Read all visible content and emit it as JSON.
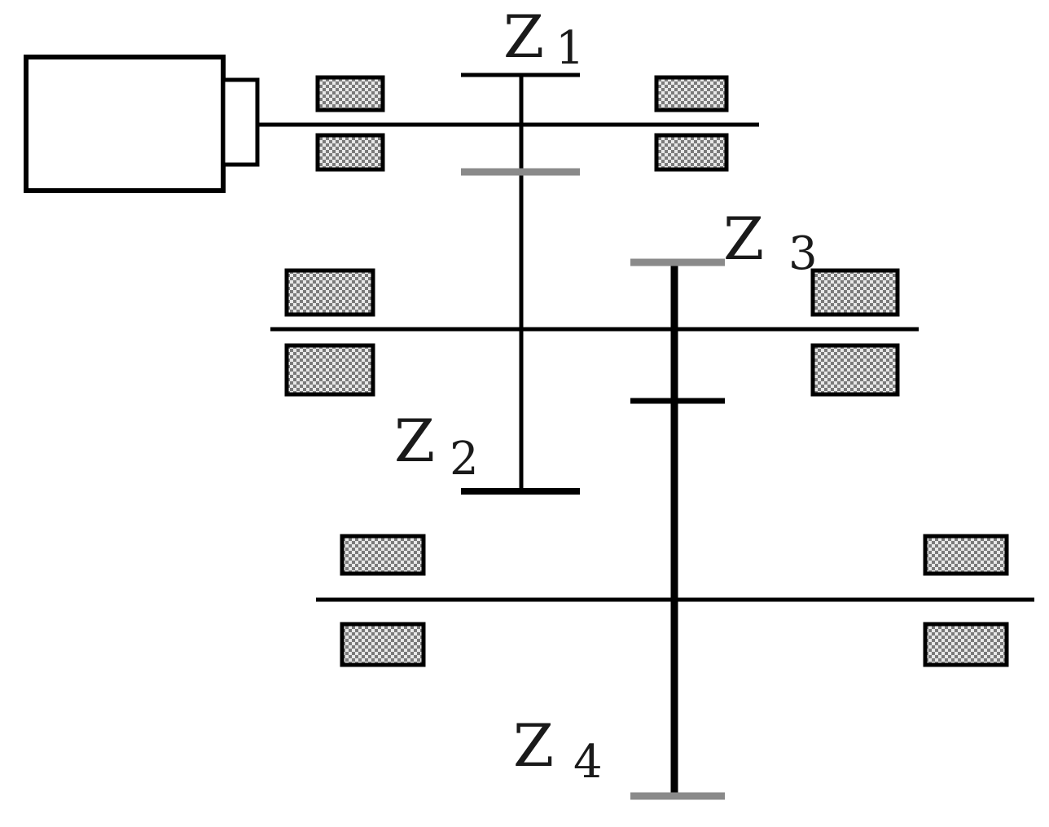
{
  "diagram": {
    "gears": [
      {
        "letter": "Z",
        "index": "1"
      },
      {
        "letter": "Z",
        "index": "2"
      },
      {
        "letter": "Z",
        "index": "3"
      },
      {
        "letter": "Z",
        "index": "4"
      }
    ]
  },
  "colors": {
    "line": "#000000",
    "gear_light": "#8a8a8a",
    "bearing": "#000000",
    "bearing_fill": "#bdbdbd",
    "background": "#ffffff"
  }
}
